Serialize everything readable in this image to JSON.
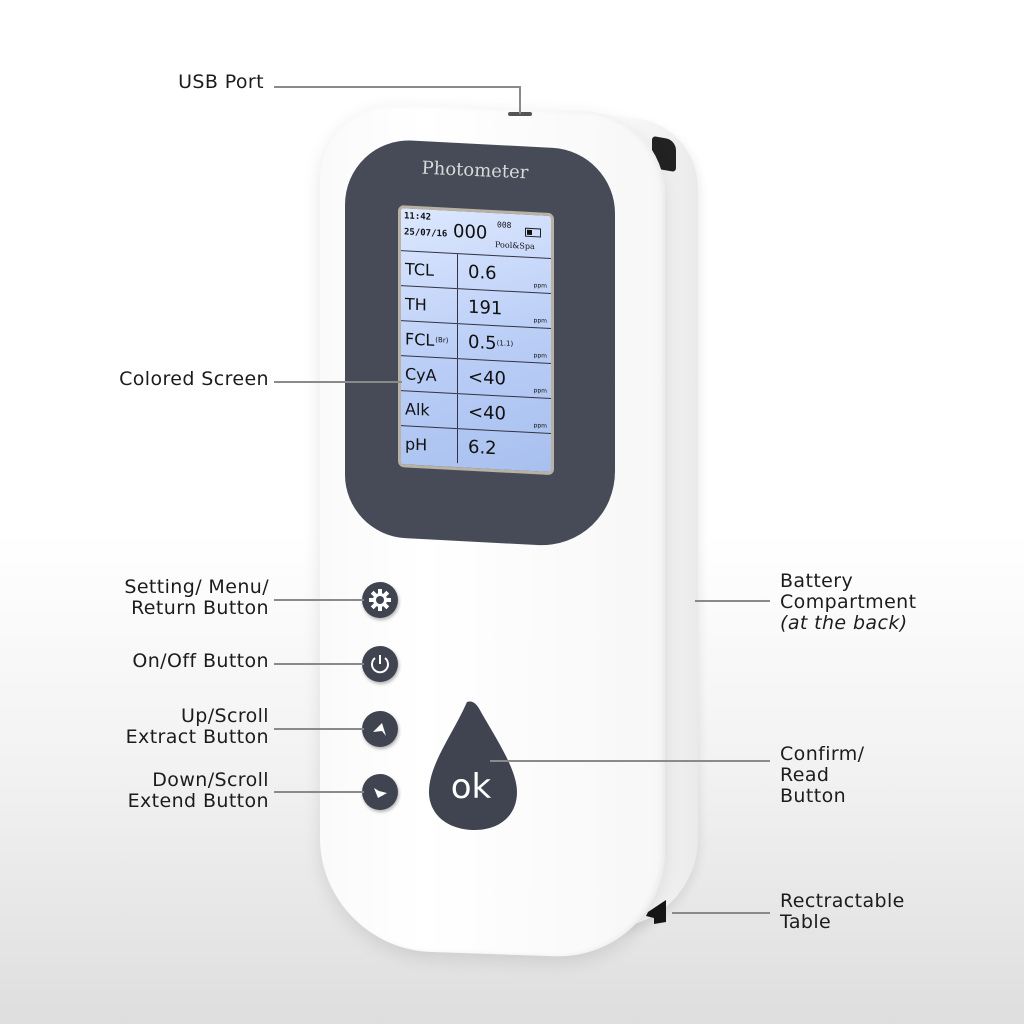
{
  "title": "Photometer feature diagram",
  "device": {
    "brand": "Photometer",
    "colors": {
      "body": "#ffffff",
      "panel": "#464b57",
      "screen": "#b9cdf6",
      "button": "#3f4450"
    }
  },
  "screen": {
    "time": "11:42",
    "date": "25/07/16",
    "counter": "000",
    "record": "008",
    "mode": "Pool&Spa",
    "rows": [
      {
        "param": "TCL",
        "sub": "",
        "value": "0.6",
        "extra": "",
        "unit": "ppm"
      },
      {
        "param": "TH",
        "sub": "",
        "value": "191",
        "extra": "",
        "unit": "ppm"
      },
      {
        "param": "FCL",
        "sub": "(Br)",
        "value": "0.5",
        "extra": "(1.1)",
        "unit": "ppm"
      },
      {
        "param": "CyA",
        "sub": "",
        "value": "<40",
        "extra": "",
        "unit": "ppm"
      },
      {
        "param": "Alk",
        "sub": "",
        "value": "<40",
        "extra": "",
        "unit": "ppm"
      },
      {
        "param": "pH",
        "sub": "",
        "value": "6.2",
        "extra": "",
        "unit": ""
      }
    ]
  },
  "buttons": {
    "settings_icon": "gear-icon",
    "power_icon": "power-icon",
    "up_icon": "arrow-up-icon",
    "down_icon": "arrow-down-icon",
    "ok_label": "ok"
  },
  "labels": {
    "usb_port": "USB Port",
    "colored_screen": "Colored Screen",
    "settings_line1": "Setting/ Menu/",
    "settings_line2": "Return Button",
    "onoff": "On/Off Button",
    "up_line1": "Up/Scroll",
    "up_line2": "Extract Button",
    "down_line1": "Down/Scroll",
    "down_line2": "Extend Button",
    "battery_line1": "Battery",
    "battery_line2": "Compartment",
    "battery_line3": "(at the back)",
    "confirm_line1": "Confirm/",
    "confirm_line2": "Read",
    "confirm_line3": "Button",
    "table_line1": "Rectractable",
    "table_line2": "Table"
  }
}
